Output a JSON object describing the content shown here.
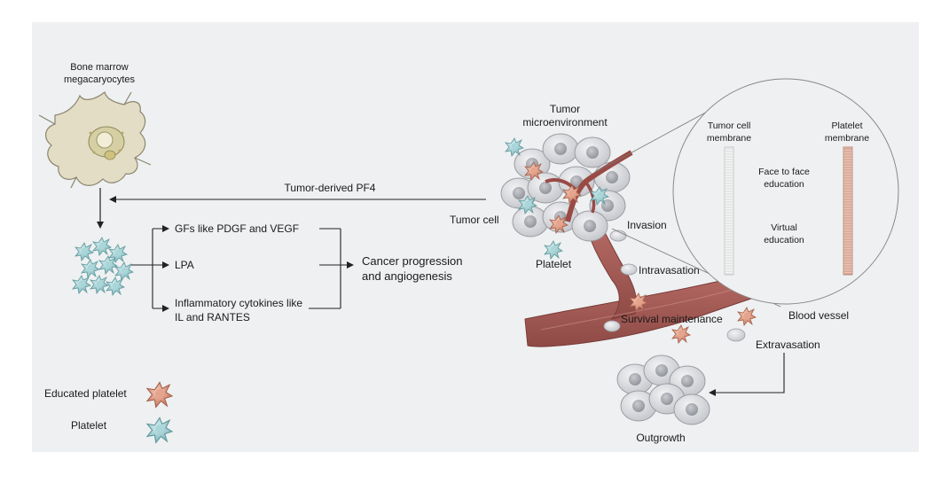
{
  "labels": {
    "bone_marrow_1": "Bone marrow",
    "bone_marrow_2": "megacaryocytes",
    "tumor_pf4": "Tumor-derived PF4",
    "gfs": "GFs like PDGF and VEGF",
    "lpa": "LPA",
    "cytokines_1": "Inflammatory cytokines like",
    "cytokines_2": "IL and RANTES",
    "cancer_1": "Cancer progression",
    "cancer_2": "and angiogenesis",
    "tumor_micro_1": "Tumor",
    "tumor_micro_2": "microenvironment",
    "tumor_cell": "Tumor cell",
    "platelet_near_tumor": "Platelet",
    "invasion": "Invasion",
    "intravasation": "Intravasation",
    "survival": "Survival maintenance",
    "blood_vessel": "Blood vessel",
    "extravasation": "Extravasation",
    "outgrowth": "Outgrowth",
    "tumor_membrane_1": "Tumor cell",
    "tumor_membrane_2": "membrane",
    "platelet_membrane_1": "Platelet",
    "platelet_membrane_2": "membrane",
    "face_1": "Face to face",
    "face_2": "education",
    "virtual_1": "Virtual",
    "virtual_2": "education"
  },
  "legend": {
    "educated": "Educated platelet",
    "platelet": "Platelet"
  },
  "colors": {
    "background": "#eef0f1",
    "vessel": "#a45a55",
    "educated_platelet": "#d68a70",
    "platelet": "#8ec4c8",
    "tumor_cell": "#d9dadd",
    "megakaryocyte": "#e6dfc8"
  }
}
